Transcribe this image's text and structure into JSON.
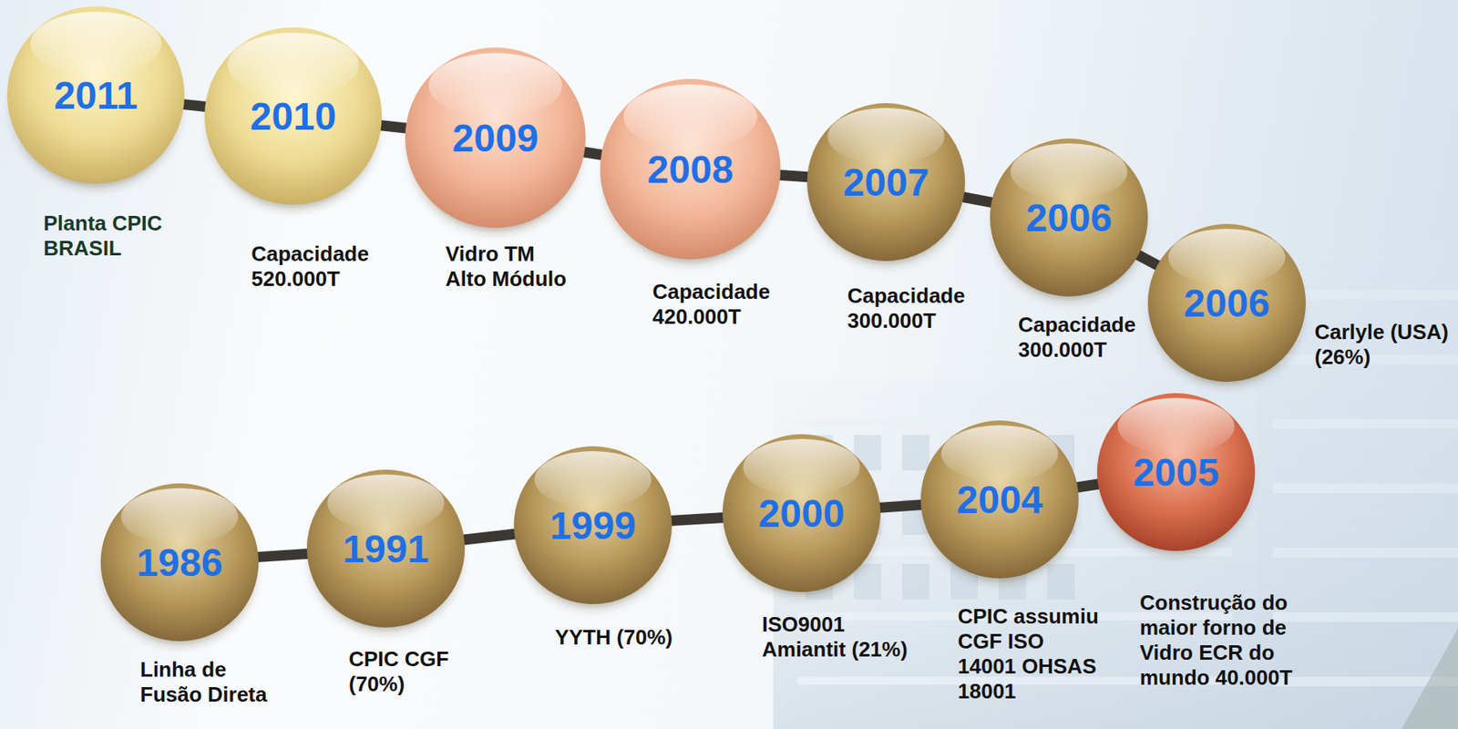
{
  "diagram": {
    "nodes": [
      {
        "text": [
          "2011",
          "Planta CPIC BRASIL"
        ]
      },
      {
        "text": [
          "2010",
          "Capacidade 520.000T"
        ]
      },
      {
        "text": [
          "2009",
          "Vidro TM Alto Módulo"
        ]
      },
      {
        "text": [
          "2008",
          "Capacidade 420.000T"
        ]
      },
      {
        "text": [
          "2007",
          "Capacidade 300.000T"
        ]
      },
      {
        "text": [
          "2006",
          "Capacidade 300.000T"
        ]
      },
      {
        "text": [
          "2006",
          "Carlyle (USA) (26%)"
        ]
      },
      {
        "text": [
          "1986",
          "Linha de Fusão Direta"
        ]
      },
      {
        "text": [
          "1991",
          "CPIC CGF (70%)"
        ]
      },
      {
        "text": [
          "1999",
          "YYTH (70%)"
        ]
      },
      {
        "text": [
          "2000",
          "ISO9001 Amiantit (21%)"
        ]
      },
      {
        "text": [
          "2004",
          "CPIC assumiu CGF ISO 14001 OHSAS 18001"
        ]
      },
      {
        "text": [
          "2005",
          "Construção do maior forno de Vidro ECR do mundo 40.000T"
        ]
      }
    ],
    "edges": [
      {
        "from": 0,
        "to": 1,
        "arrow": "none"
      },
      {
        "from": 1,
        "to": 2,
        "arrow": "none"
      },
      {
        "from": 2,
        "to": 3,
        "arrow": "none"
      },
      {
        "from": 3,
        "to": 4,
        "arrow": "none"
      },
      {
        "from": 4,
        "to": 5,
        "arrow": "none"
      },
      {
        "from": 5,
        "to": 6,
        "arrow": "none"
      },
      {
        "from": 7,
        "to": 8,
        "arrow": "none"
      },
      {
        "from": 8,
        "to": 9,
        "arrow": "none"
      },
      {
        "from": 9,
        "to": 10,
        "arrow": "none"
      },
      {
        "from": 10,
        "to": 11,
        "arrow": "none"
      },
      {
        "from": 11,
        "to": 12,
        "arrow": "none"
      }
    ]
  }
}
